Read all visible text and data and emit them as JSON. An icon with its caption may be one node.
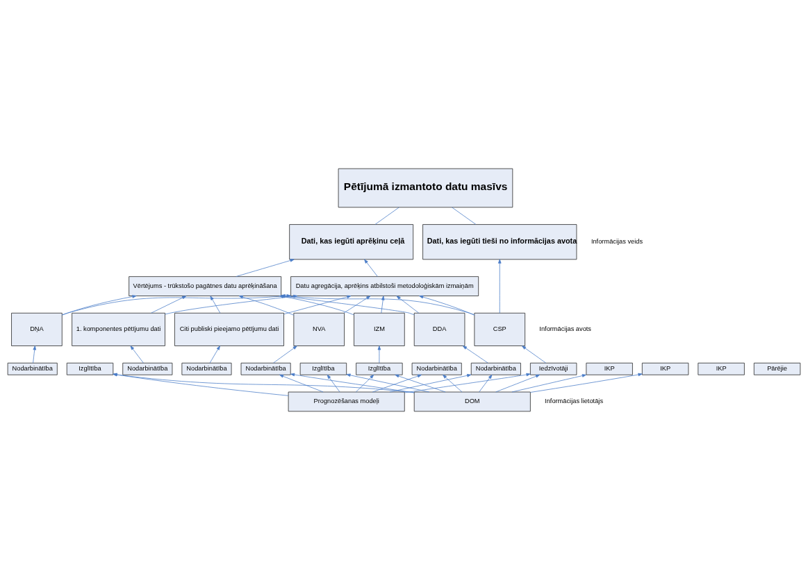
{
  "diagram": {
    "nodes": [
      {
        "text": [
          "Pētījumā izmantoto datu masīvs"
        ]
      },
      {
        "text": [
          "Dati, kas iegūti tieši no informācijas avota"
        ]
      },
      {
        "text": [
          "Dati, kas iegūti aprēķinu ceļā"
        ]
      },
      {
        "text": [
          "Datu agregācija, aprēķins atbilstoši metodoloģiskām izmaiņām"
        ]
      },
      {
        "text": [
          "Vērtējums - trūkstošo pagātnes datu aprēķināšana"
        ]
      },
      {
        "text": [
          "CSP"
        ]
      },
      {
        "text": [
          "NVA"
        ]
      },
      {
        "text": [
          "IZM"
        ]
      },
      {
        "text": [
          "DDA"
        ]
      },
      {
        "text": [
          "DŅA"
        ]
      },
      {
        "text": [
          "1. komponentes pētījumu dati"
        ]
      },
      {
        "text": [
          "Citi publiski pieejamo pētījumu dati"
        ]
      },
      {
        "text": [
          "Iedzīvotāji"
        ]
      },
      {
        "text": [
          "Nodarbinātība"
        ]
      },
      {
        "text": [
          "Izglītība"
        ]
      },
      {
        "text": [
          "IKP"
        ]
      },
      {
        "text": [
          "Pārējie"
        ]
      },
      {
        "text": [
          "Nodarbinātība"
        ]
      },
      {
        "text": [
          "Izglītība"
        ]
      },
      {
        "text": [
          "Nodarbinātība"
        ]
      },
      {
        "text": [
          "Nodarbinātība"
        ]
      },
      {
        "text": [
          "Izglītība"
        ]
      },
      {
        "text": [
          "Nodarbinātība"
        ]
      },
      {
        "text": [
          "IKP"
        ]
      },
      {
        "text": [
          "Nodarbinātība"
        ]
      },
      {
        "text": [
          "IKP"
        ]
      },
      {
        "text": [
          "Prognozēšanas modeļi"
        ]
      },
      {
        "text": [
          "DOM"
        ]
      }
    ],
    "edges": [
      {
        "from": 1,
        "to": 0,
        "arrow": "none"
      },
      {
        "from": 2,
        "to": 0,
        "arrow": "none"
      },
      {
        "from": 5,
        "to": 1,
        "arrow": "to"
      },
      {
        "from": 3,
        "to": 2,
        "arrow": "to"
      },
      {
        "from": 4,
        "to": 2,
        "arrow": "to"
      },
      {
        "from": 5,
        "to": 3,
        "arrow": "to"
      },
      {
        "from": 6,
        "to": 3,
        "arrow": "to"
      },
      {
        "from": 7,
        "to": 3,
        "arrow": "to"
      },
      {
        "from": 8,
        "to": 3,
        "arrow": "to"
      },
      {
        "from": 9,
        "to": 3,
        "arrow": "to"
      },
      {
        "from": 10,
        "to": 3,
        "arrow": "to"
      },
      {
        "from": 11,
        "to": 3,
        "arrow": "to"
      },
      {
        "from": 5,
        "to": 4,
        "arrow": "to"
      },
      {
        "from": 6,
        "to": 4,
        "arrow": "to"
      },
      {
        "from": 7,
        "to": 4,
        "arrow": "to"
      },
      {
        "from": 8,
        "to": 4,
        "arrow": "to"
      },
      {
        "from": 9,
        "to": 4,
        "arrow": "to"
      },
      {
        "from": 10,
        "to": 4,
        "arrow": "to"
      },
      {
        "from": 11,
        "to": 4,
        "arrow": "to"
      },
      {
        "from": 12,
        "to": 5,
        "arrow": "to"
      },
      {
        "from": 17,
        "to": 6,
        "arrow": "to"
      },
      {
        "from": 18,
        "to": 7,
        "arrow": "to"
      },
      {
        "from": 19,
        "to": 8,
        "arrow": "to"
      },
      {
        "from": 20,
        "to": 9,
        "arrow": "to"
      },
      {
        "from": 22,
        "to": 10,
        "arrow": "to"
      },
      {
        "from": 24,
        "to": 11,
        "arrow": "to"
      },
      {
        "from": 26,
        "to": 12,
        "arrow": "to"
      },
      {
        "from": 26,
        "to": 13,
        "arrow": "to"
      },
      {
        "from": 26,
        "to": 14,
        "arrow": "to"
      },
      {
        "from": 26,
        "to": 17,
        "arrow": "to"
      },
      {
        "from": 26,
        "to": 18,
        "arrow": "to"
      },
      {
        "from": 26,
        "to": 19,
        "arrow": "to"
      },
      {
        "from": 26,
        "to": 21,
        "arrow": "to"
      },
      {
        "from": 27,
        "to": 12,
        "arrow": "to"
      },
      {
        "from": 27,
        "to": 13,
        "arrow": "to"
      },
      {
        "from": 27,
        "to": 14,
        "arrow": "to"
      },
      {
        "from": 27,
        "to": 17,
        "arrow": "to"
      },
      {
        "from": 27,
        "to": 18,
        "arrow": "to"
      },
      {
        "from": 27,
        "to": 19,
        "arrow": "to"
      },
      {
        "from": 27,
        "to": 21,
        "arrow": "to"
      },
      {
        "from": 27,
        "to": 23,
        "arrow": "to"
      },
      {
        "from": 27,
        "to": 25,
        "arrow": "to"
      }
    ],
    "labels": [
      "Informācijas veids",
      "Informācijas avots",
      "Informācijas lietotājs"
    ]
  }
}
